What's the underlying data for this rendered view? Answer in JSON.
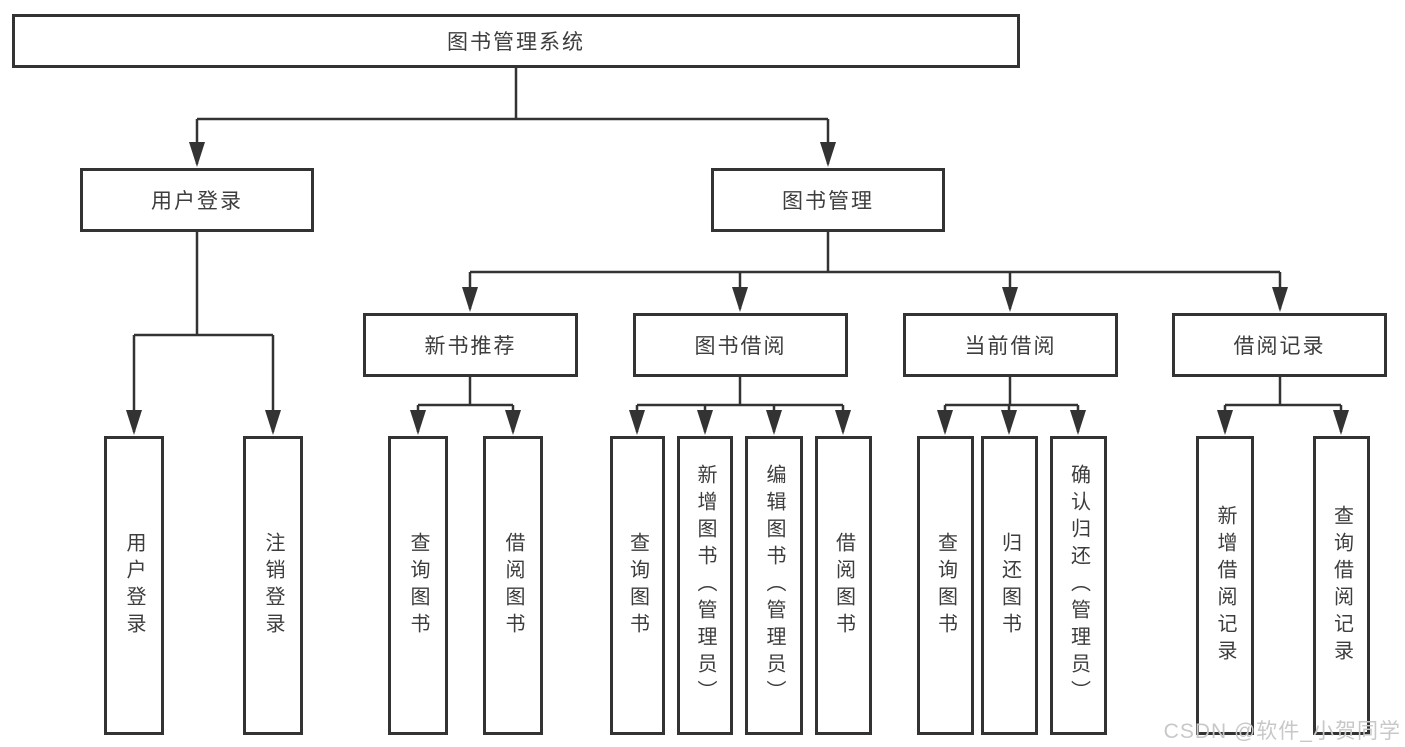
{
  "diagram": {
    "tree": {
      "label": "图书管理系统",
      "children": [
        {
          "label": "用户登录",
          "children": [
            {
              "label": "用户登录"
            },
            {
              "label": "注销登录"
            }
          ]
        },
        {
          "label": "图书管理",
          "children": [
            {
              "label": "新书推荐",
              "children": [
                {
                  "label": "查询图书"
                },
                {
                  "label": "借阅图书"
                }
              ]
            },
            {
              "label": "图书借阅",
              "children": [
                {
                  "label": "查询图书"
                },
                {
                  "label": "新增图书（管理员）"
                },
                {
                  "label": "编辑图书（管理员）"
                },
                {
                  "label": "借阅图书"
                }
              ]
            },
            {
              "label": "当前借阅",
              "children": [
                {
                  "label": "查询图书"
                },
                {
                  "label": "归还图书"
                },
                {
                  "label": "确认归还（管理员）"
                }
              ]
            },
            {
              "label": "借阅记录",
              "children": [
                {
                  "label": "新增借阅记录"
                },
                {
                  "label": "查询借阅记录"
                }
              ]
            }
          ]
        }
      ]
    },
    "colors": {
      "line": "#333333",
      "box_border": "#333333",
      "text": "#3d3d3d",
      "background": "#ffffff",
      "watermark": "#c8c8c8"
    }
  },
  "watermark": {
    "text": "CSDN @软件_小贺同学"
  }
}
